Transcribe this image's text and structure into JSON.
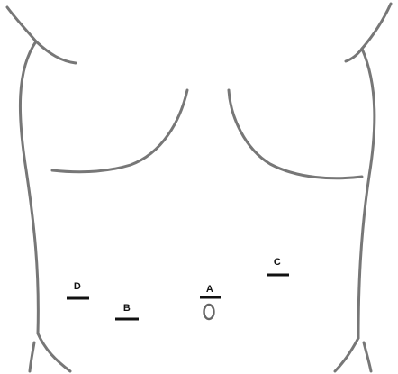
{
  "figure": {
    "colors": {
      "outline": "#777777",
      "marker": "#111111",
      "navel": "#666666",
      "background": "#ffffff"
    },
    "markers": [
      {
        "id": "A",
        "label": "A"
      },
      {
        "id": "B",
        "label": "B"
      },
      {
        "id": "C",
        "label": "C"
      },
      {
        "id": "D",
        "label": "D"
      }
    ]
  }
}
